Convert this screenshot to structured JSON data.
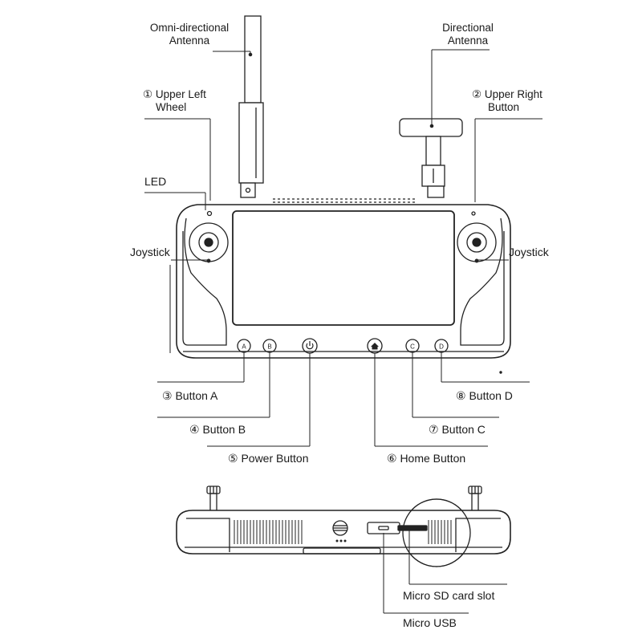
{
  "labels": {
    "omni_antenna_line1": "Omni-directional",
    "omni_antenna_line2": "Antenna",
    "directional_antenna_line1": "Directional",
    "directional_antenna_line2": "Antenna",
    "upper_left_wheel_line1": "① Upper Left",
    "upper_left_wheel_line2": "Wheel",
    "upper_right_button_line1": "② Upper Right",
    "upper_right_button_line2": "Button",
    "led": "LED",
    "joystick_left": "Joystick",
    "joystick_right": "Joystick",
    "button_a": "③ Button A",
    "button_b": "④ Button B",
    "power_button": "⑤ Power Button",
    "home_button": "⑥ Home Button",
    "button_c": "⑦ Button C",
    "button_d": "⑧ Button D",
    "micro_sd_slot": "Micro SD card slot",
    "micro_usb": "Micro USB"
  },
  "button_glyphs": {
    "a": "A",
    "b": "B",
    "c": "C",
    "d": "D"
  },
  "icons": {
    "power": "power-icon",
    "home": "home-icon"
  },
  "colors": {
    "stroke": "#222222",
    "screen_fill": "#ffffff",
    "text": "#1a1a1a"
  }
}
